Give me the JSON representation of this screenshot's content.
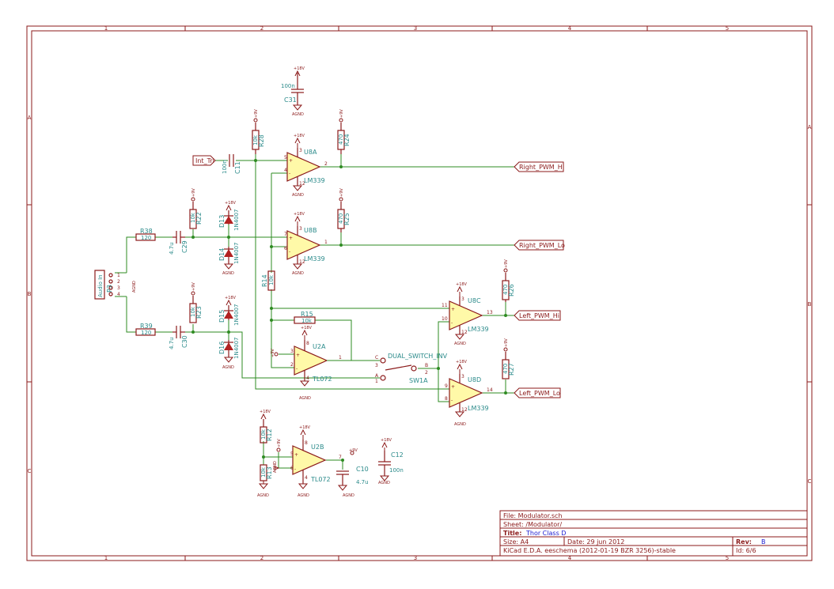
{
  "border": {
    "columns": [
      "1",
      "2",
      "3",
      "4",
      "5"
    ],
    "rows": [
      "A",
      "B",
      "C"
    ]
  },
  "title_block": {
    "file": "File: Modulator.sch",
    "sheet": "Sheet: /Modulator/",
    "title_label": "Title:",
    "title_value": "Thor Class D",
    "size": "Size: A4",
    "date": "Date: 29 jun 2012",
    "rev_label": "Rev:",
    "rev_value": "B",
    "tool": "KiCad E.D.A.  eeschema (2012-01-19 BZR 3256)-stable",
    "id": "Id: 6/6"
  },
  "nets": {
    "int_tri": "Int_Tri",
    "right_hi": "Right_PWM_Hi",
    "right_lo": "Right_PWM_Lo",
    "left_hi": "Left_PWM_Hi",
    "left_lo": "Left_PWM_Lo"
  },
  "components": {
    "u8a": {
      "ref": "U8A",
      "val": "LM339"
    },
    "u8b": {
      "ref": "U8B",
      "val": "LM339"
    },
    "u8c": {
      "ref": "U8C",
      "val": "LM339"
    },
    "u8d": {
      "ref": "U8D",
      "val": "LM339"
    },
    "u2a": {
      "ref": "U2A",
      "val": "TL072"
    },
    "u2b": {
      "ref": "U2B",
      "val": "TL072"
    },
    "c31": {
      "ref": "C31",
      "val": "100n"
    },
    "c11": {
      "ref": "C11",
      "val": "100n"
    },
    "c29": {
      "ref": "C29",
      "val": "4.7u"
    },
    "c30": {
      "ref": "C30",
      "val": "4.7u"
    },
    "c10": {
      "ref": "C10",
      "val": "4.7u"
    },
    "c12": {
      "ref": "C12",
      "val": "100n"
    },
    "r28": {
      "ref": "R28",
      "val": "10k"
    },
    "r24": {
      "ref": "R24",
      "val": "470"
    },
    "r25": {
      "ref": "R25",
      "val": "470"
    },
    "r22": {
      "ref": "R22",
      "val": "10k"
    },
    "r23": {
      "ref": "R23",
      "val": "10k"
    },
    "r38": {
      "ref": "R38",
      "val": "120"
    },
    "r39": {
      "ref": "R39",
      "val": "120"
    },
    "r14": {
      "ref": "R14",
      "val": "10k"
    },
    "r15": {
      "ref": "R15",
      "val": "10k"
    },
    "r26": {
      "ref": "R26",
      "val": "470"
    },
    "r27": {
      "ref": "R27",
      "val": "470"
    },
    "r12": {
      "ref": "R12",
      "val": "10k"
    },
    "r13": {
      "ref": "R13",
      "val": "10k"
    },
    "d13": {
      "ref": "D13",
      "val": "1N4007"
    },
    "d14": {
      "ref": "D14",
      "val": "1N4007"
    },
    "d15": {
      "ref": "D15",
      "val": "1N4007"
    },
    "d16": {
      "ref": "D16",
      "val": "1N4007"
    },
    "p3": {
      "ref": "P3",
      "val": "Audio In"
    },
    "sw1a": {
      "ref": "SW1A",
      "val": "DUAL_SWITCH_INV"
    }
  },
  "power": {
    "agnd": "AGND",
    "vplus": "+18V",
    "vref": "+9V"
  },
  "pins": {
    "u8a": [
      "5",
      "4",
      "2",
      "3",
      "12"
    ],
    "u8b": [
      "7",
      "6",
      "1",
      "3",
      "12"
    ],
    "u8c": [
      "11",
      "10",
      "13",
      "3",
      "12"
    ],
    "u8d": [
      "9",
      "8",
      "14",
      "3",
      "12"
    ],
    "u2a": [
      "3",
      "2",
      "1",
      "8",
      "4"
    ],
    "u2b": [
      "5",
      "6",
      "7",
      "8",
      "4"
    ],
    "p3": [
      "1",
      "2",
      "3",
      "4"
    ],
    "sw": [
      "C",
      "A",
      "B",
      "1",
      "2",
      "3"
    ]
  }
}
